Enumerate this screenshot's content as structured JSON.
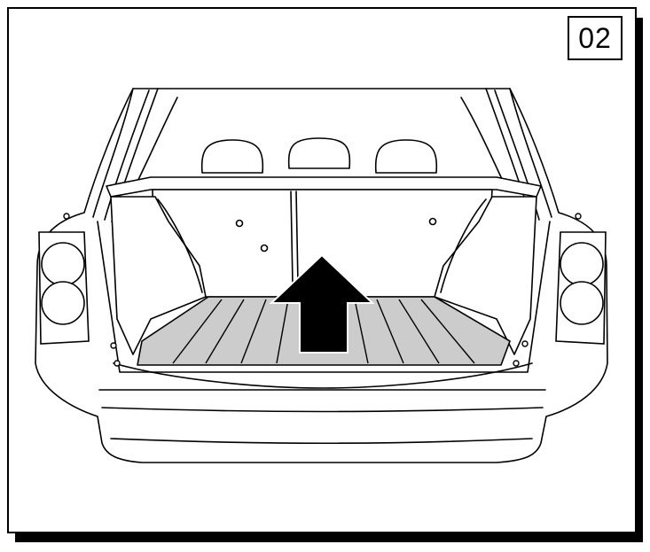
{
  "panel": {
    "step_number": "02"
  },
  "illustration": {
    "subject": "car-rear-with-open-hatch",
    "arrow_direction": "up",
    "colors": {
      "line": "#000000",
      "background": "#ffffff",
      "mat": "#cccccc",
      "shadow": "#000000"
    }
  }
}
